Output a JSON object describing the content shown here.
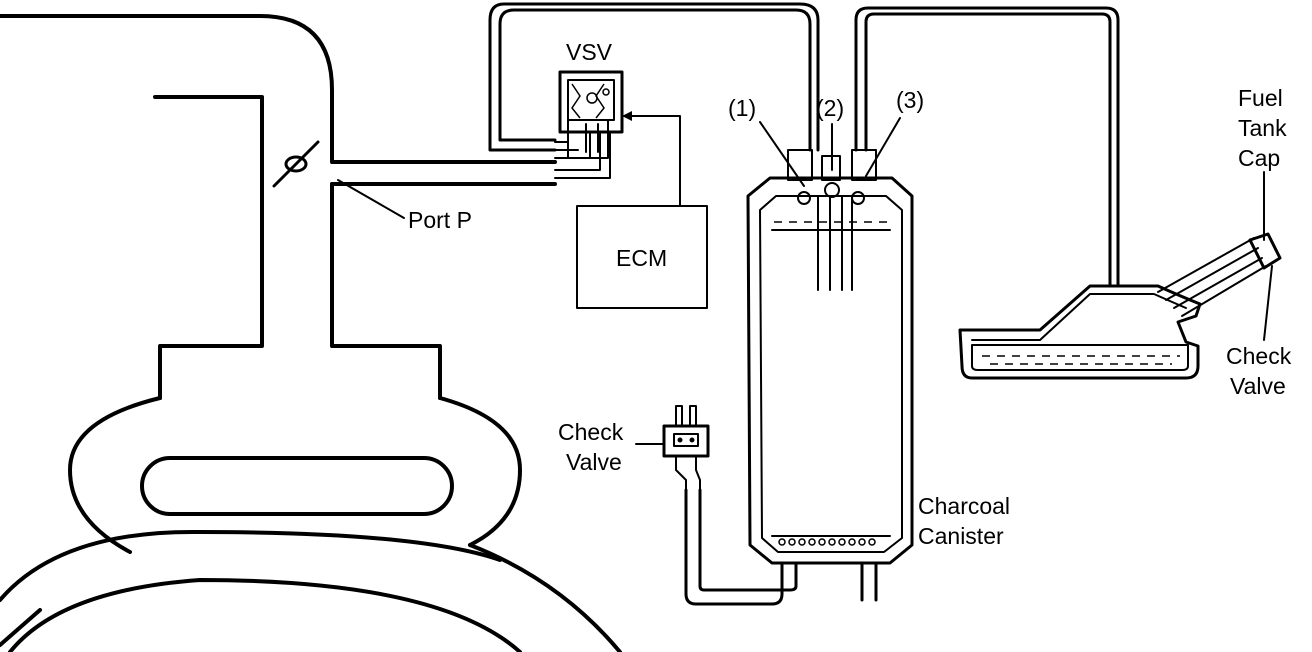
{
  "labels": {
    "vsv": "VSV",
    "ecm": "ECM",
    "port_p": "Port P",
    "port_1": "(1)",
    "port_2": "(2)",
    "port_3": "(3)",
    "fuel_tank_cap": [
      "Fuel",
      "Tank",
      "Cap"
    ],
    "check_valve_right": [
      "Check",
      "Valve"
    ],
    "check_valve_left": [
      "Check",
      "Valve"
    ],
    "charcoal_canister": [
      "Charcoal",
      "Canister"
    ]
  }
}
